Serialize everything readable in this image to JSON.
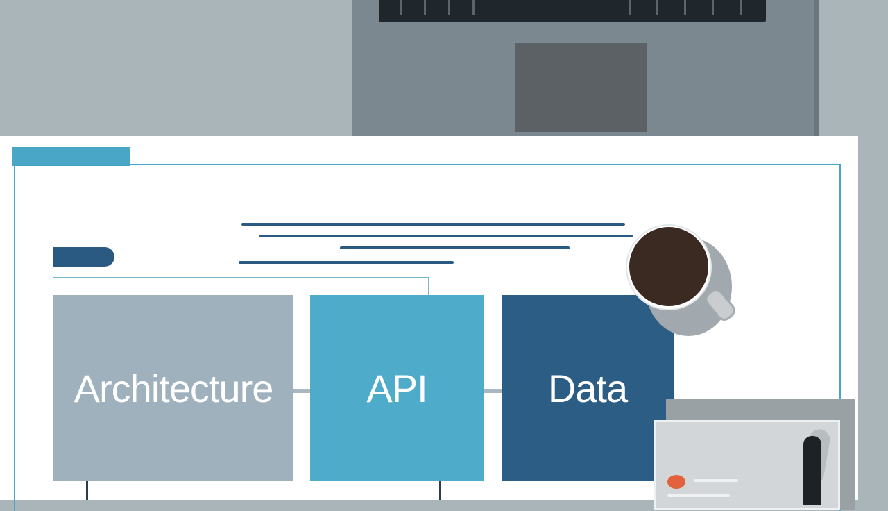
{
  "blocks": [
    {
      "label": "Architecture"
    },
    {
      "label": "API"
    },
    {
      "label": "Data"
    }
  ],
  "colors": {
    "background": "#aab5b9",
    "paper": "#ffffff",
    "accent_cyan": "#4aa6c6",
    "navy": "#2a5a82",
    "block_architecture": "#9eb1bd",
    "block_api": "#4eabc9",
    "block_data": "#2c5d85",
    "laptop": "#7b8890",
    "coffee": "#3a2a21",
    "tablet_marker": "#e1623d"
  },
  "icons": [
    "laptop-icon",
    "coffee-cup-icon",
    "tablet-icon",
    "pen-icon"
  ]
}
